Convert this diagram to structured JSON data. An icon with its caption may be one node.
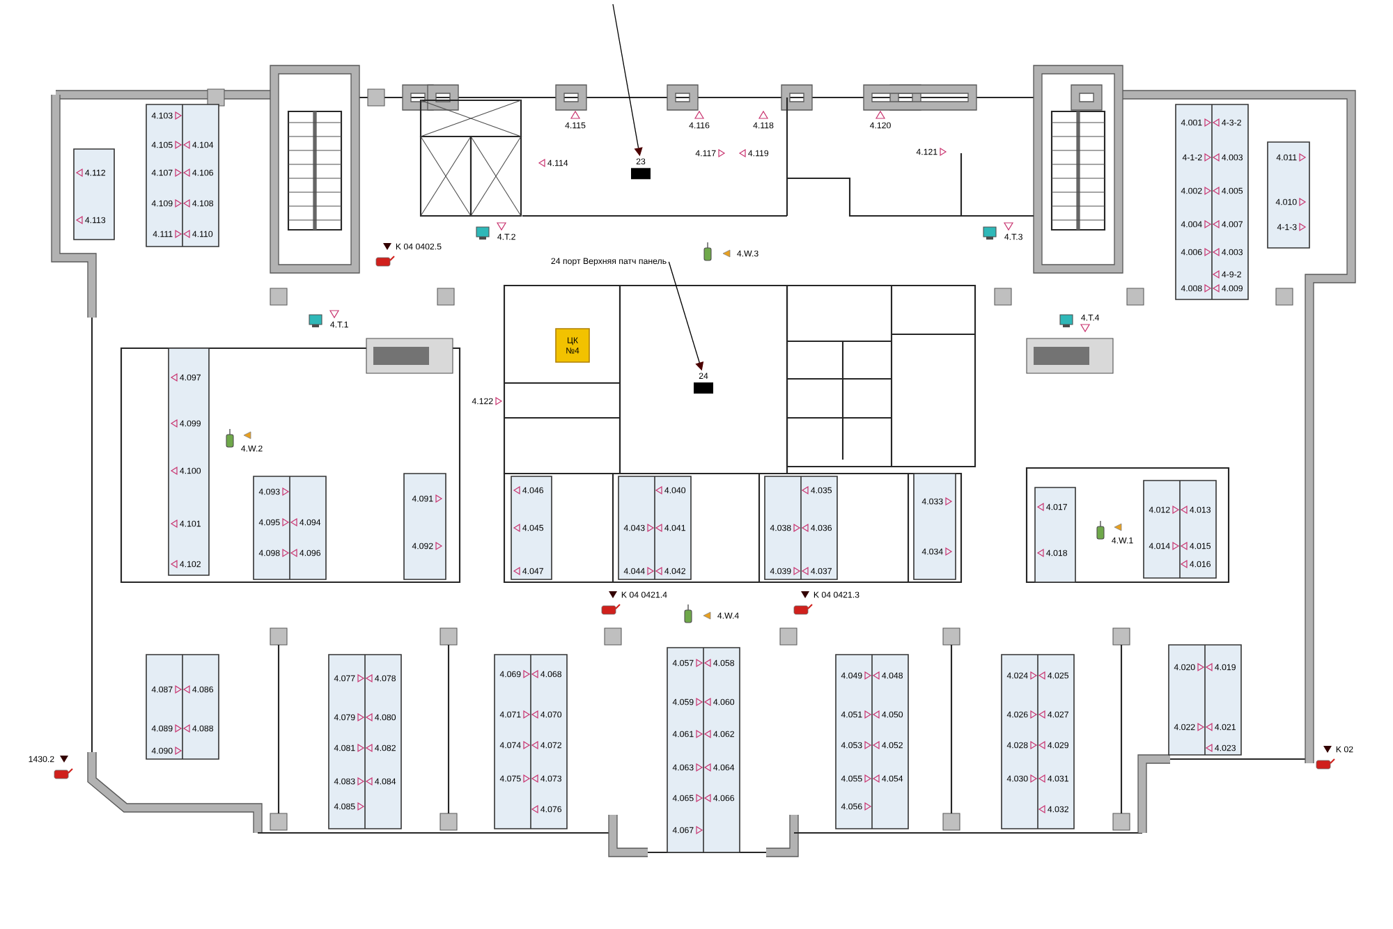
{
  "diagram": {
    "nodes": [
      {
        "text": [
          "23"
        ]
      },
      {
        "text": [
          "24 порт Верхняя патч панель"
        ]
      },
      {
        "text": [
          "ЦК №4"
        ]
      },
      {
        "text": [
          "24"
        ]
      }
    ],
    "edges": [
      {
        "from": null,
        "to": 0,
        "arrow": "to"
      },
      {
        "from": 1,
        "to": 3,
        "arrow": "to"
      }
    ],
    "labels": [
      "4.103",
      "4.105",
      "4.104",
      "4.107",
      "4.106",
      "4.109",
      "4.108",
      "4.111",
      "4.110",
      "4.112",
      "4.113",
      "4.115",
      "4.116",
      "4.118",
      "4.120",
      "4.114",
      "4.117",
      "4.119",
      "4.121",
      "4.001",
      "4-3-2",
      "4-1-2",
      "4.003",
      "4.002",
      "4.005",
      "4.004",
      "4.007",
      "4.006",
      "4.003",
      "4-9-2",
      "4.008",
      "4.009",
      "4.011",
      "4.010",
      "4-1-3",
      "K 04 0402.5",
      "4.T.2",
      "4.T.3",
      "4.W.3",
      "4.T.1",
      "4.T.4",
      "4.097",
      "4.099",
      "4.100",
      "4.101",
      "4.102",
      "4.W.2",
      "4.122",
      "4.093",
      "4.095",
      "4.094",
      "4.098",
      "4.096",
      "4.091",
      "4.092",
      "4.046",
      "4.045",
      "4.047",
      "4.040",
      "4.043",
      "4.041",
      "4.044",
      "4.042",
      "4.035",
      "4.038",
      "4.036",
      "4.039",
      "4.037",
      "4.033",
      "4.034",
      "4.017",
      "4.018",
      "4.W.1",
      "4.012",
      "4.013",
      "4.014",
      "4.015",
      "4.016",
      "K 04 0421.4",
      "K 04 0421.3",
      "4.W.4",
      "4.087",
      "4.086",
      "4.089",
      "4.088",
      "4.090",
      "4.077",
      "4.078",
      "4.079",
      "4.080",
      "4.081",
      "4.082",
      "4.083",
      "4.084",
      "4.085",
      "4.069",
      "4.068",
      "4.071",
      "4.070",
      "4.074",
      "4.072",
      "4.075",
      "4.073",
      "4.076",
      "4.057",
      "4.058",
      "4.059",
      "4.060",
      "4.061",
      "4.062",
      "4.063",
      "4.064",
      "4.065",
      "4.066",
      "4.067",
      "4.049",
      "4.048",
      "4.051",
      "4.050",
      "4.053",
      "4.052",
      "4.055",
      "4.054",
      "4.056",
      "4.024",
      "4.025",
      "4.026",
      "4.027",
      "4.028",
      "4.029",
      "4.030",
      "4.031",
      "4.032",
      "4.020",
      "4.019",
      "4.022",
      "4.021",
      "4.023",
      "1430.2",
      "K 02"
    ]
  }
}
